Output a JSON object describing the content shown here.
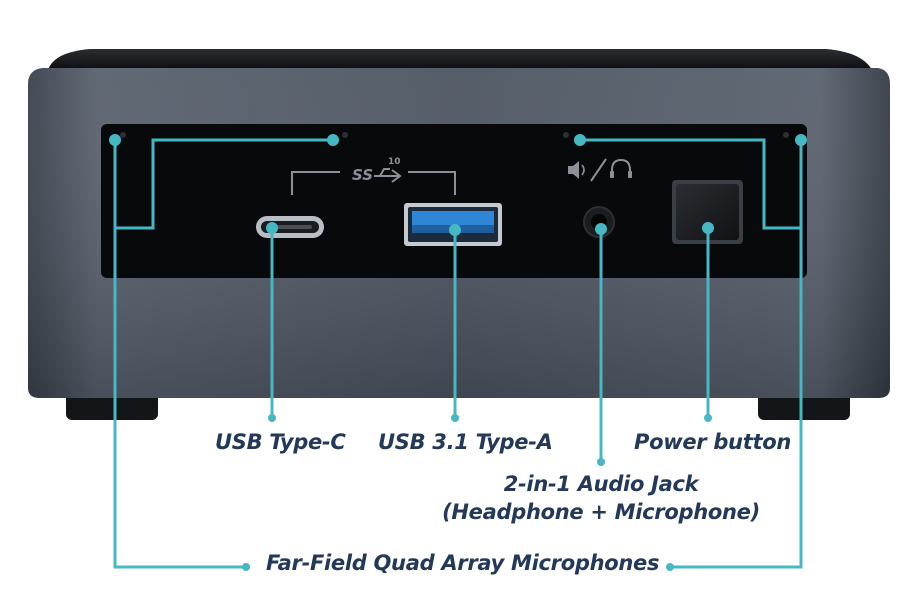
{
  "diagram": {
    "labels": {
      "usb_c": "USB Type-C",
      "usb_a": "USB 3.1 Type-A",
      "power": "Power button",
      "audio_line1": "2-in-1 Audio Jack",
      "audio_line2": "(Headphone + Microphone)",
      "mics": "Far-Field Quad Array Microphones"
    },
    "port_icons": {
      "ss_logo": "SS",
      "ss_speed": "10"
    },
    "colors": {
      "callout": "#45b8c4",
      "label_text": "#24385a",
      "device_body": "#4a5361",
      "front_panel": "#08090b",
      "usb_a_blue": "#2f86d6"
    }
  }
}
